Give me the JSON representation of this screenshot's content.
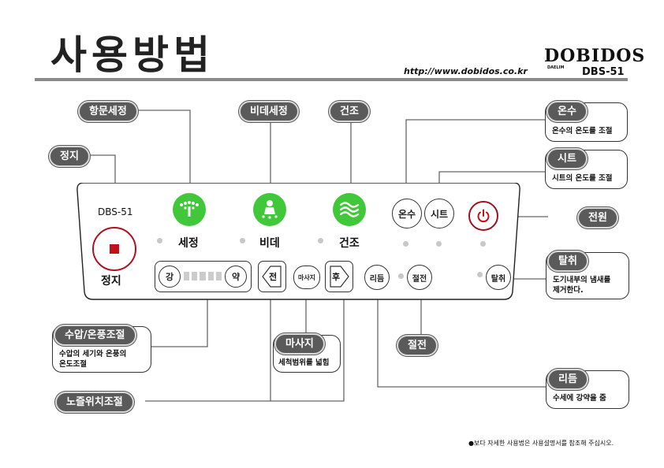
{
  "header": {
    "title": "사용방법",
    "url": "http://www.dobidos.co.kr",
    "brand": "DOBIDOS",
    "brand_sub": "DAELIM",
    "model": "DBS-51"
  },
  "panel": {
    "model_label": "DBS-51",
    "stop_label": "정지",
    "wash_label": "세정",
    "bidet_label": "비데",
    "dry_label": "건조",
    "strong_label": "강",
    "weak_label": "약",
    "front_label": "전",
    "massage_label": "마사지",
    "back_label": "후",
    "rhythm_label": "리듬",
    "saving_label": "절전",
    "deodor_label": "탈취",
    "water_temp_label": "온수",
    "seat_label": "시트",
    "power_icon": "power-icon"
  },
  "callouts": {
    "stop": "정지",
    "anal_wash": "항문세정",
    "bidet_wash": "비데세정",
    "dry": "건조",
    "water_temp": {
      "title": "온수",
      "desc": "온수의 온도를 조절"
    },
    "seat": {
      "title": "시트",
      "desc": "시트의 온도를 조절"
    },
    "power": "전원",
    "deodorize": {
      "title": "탈취",
      "desc_line1": "도기내부의 냄새를",
      "desc_line2": "제거한다."
    },
    "pressure": {
      "title": "수압/온풍조절",
      "desc_line1": "수압의 세기와 온풍의",
      "desc_line2": "온도조절"
    },
    "massage": {
      "title": "마사지",
      "desc": "세척범위를 넓힘"
    },
    "saving": "절전",
    "nozzle": "노즐위치조절",
    "rhythm": {
      "title": "리듬",
      "desc": "수세에 강약을 줌"
    }
  },
  "footer": {
    "note": "●보다 자세한 사용법은 사용설명서를 참조해 주십시오."
  },
  "colors": {
    "green": "#40c83a",
    "stop_red": "#c0101a",
    "pill": "#5a5a5a"
  }
}
